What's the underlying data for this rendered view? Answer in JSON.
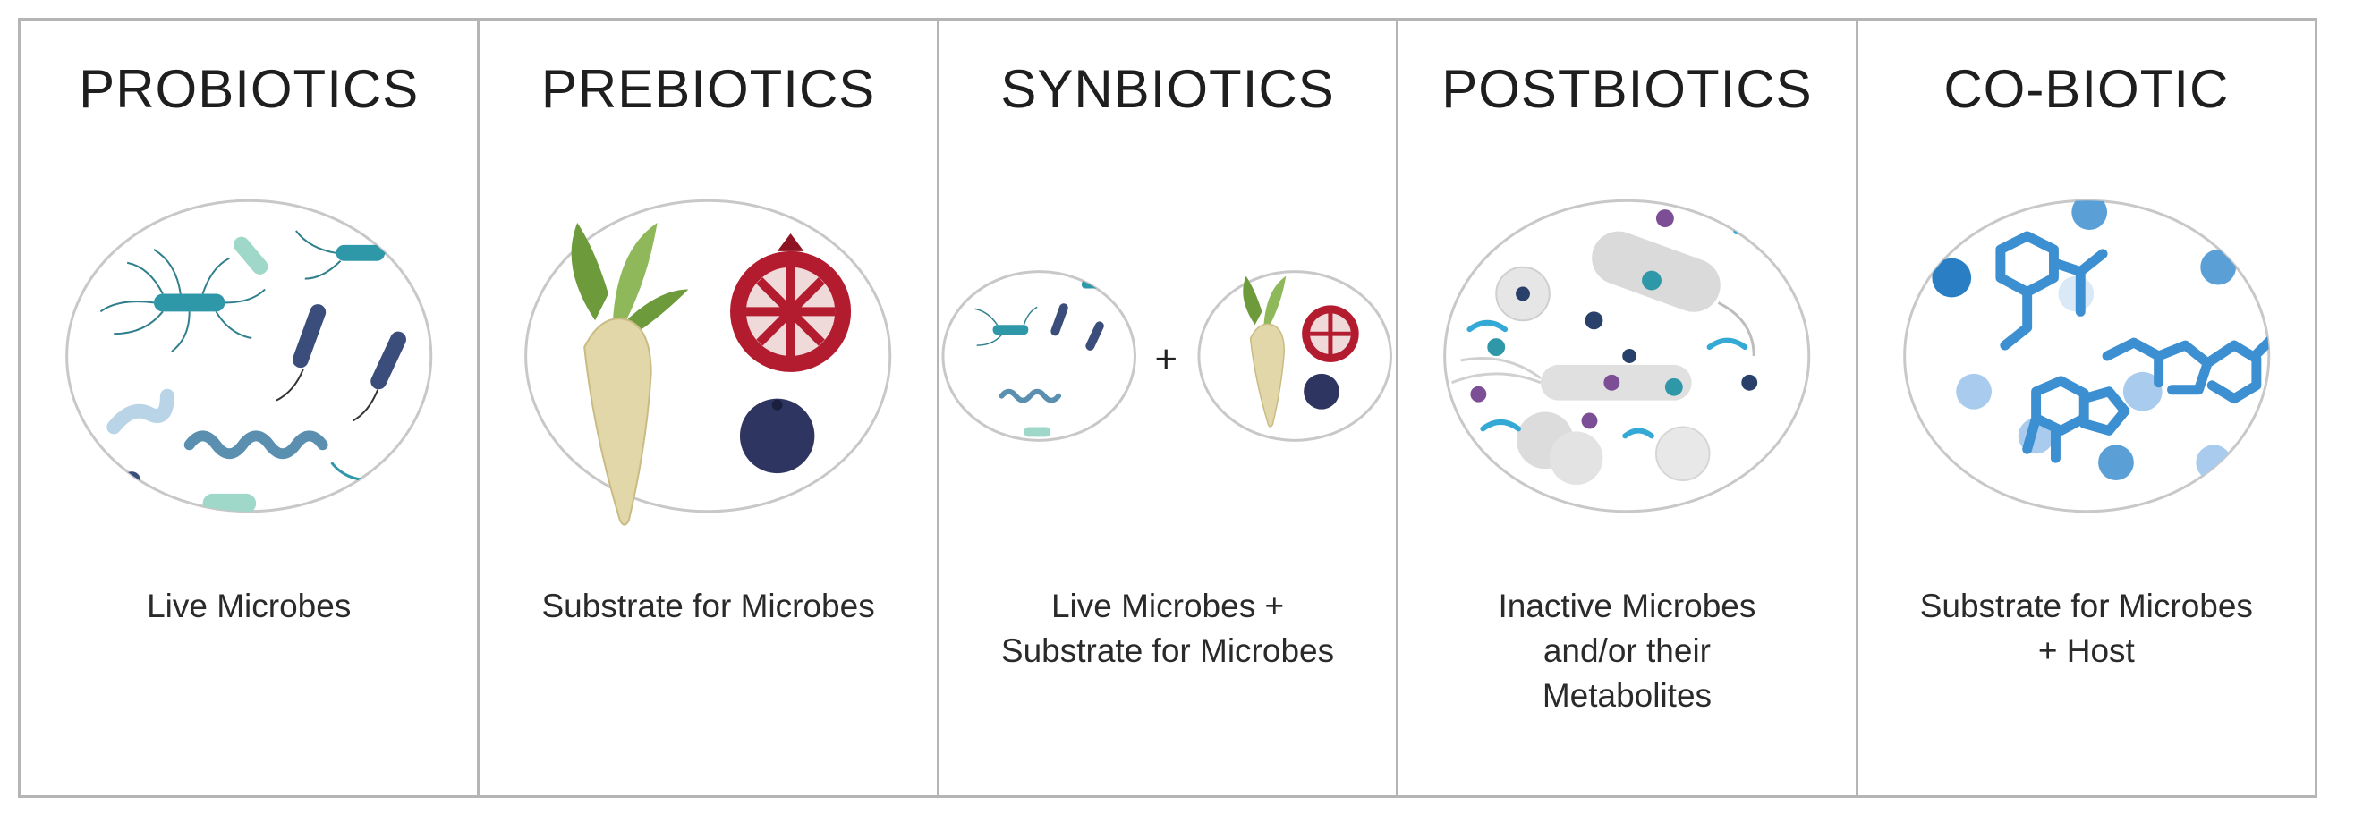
{
  "panels": [
    {
      "title": "PROBIOTICS",
      "caption": [
        "Live Microbes"
      ]
    },
    {
      "title": "PREBIOTICS",
      "caption": [
        "Substrate for Microbes"
      ]
    },
    {
      "title": "SYNBIOTICS",
      "caption": [
        "Live Microbes +",
        "Substrate for Microbes"
      ],
      "plus_sign": "+"
    },
    {
      "title": "POSTBIOTICS",
      "caption": [
        "Inactive Microbes",
        "and/or their",
        "Metabolites"
      ]
    },
    {
      "title": "CO-BIOTIC",
      "caption": [
        "Substrate for Microbes",
        "+ Host"
      ]
    }
  ]
}
